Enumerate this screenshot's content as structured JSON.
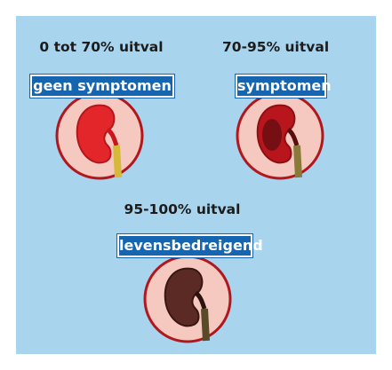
{
  "stages": [
    {
      "title": "0 tot 70% uitval",
      "label": "geen symptomen",
      "tissue_color": "#e3262a",
      "inner_color": "#c9161c",
      "ureter_color": "#d6b83a"
    },
    {
      "title": "70-95% uitval",
      "label": "symptomen",
      "tissue_color": "#b9151d",
      "inner_color": "#5a0d0f",
      "ureter_color": "#8a7a3a"
    },
    {
      "title": "95-100% uitval",
      "label": "levensbedreigend",
      "tissue_color": "#5b2a24",
      "inner_color": "#2e120f",
      "ureter_color": "#5a4a2a"
    }
  ],
  "colors": {
    "panel_bg": "#a9d4ee",
    "badge_bg": "#1565b0",
    "circle_fill": "#f5c9bf",
    "circle_stroke": "#b1181e"
  }
}
